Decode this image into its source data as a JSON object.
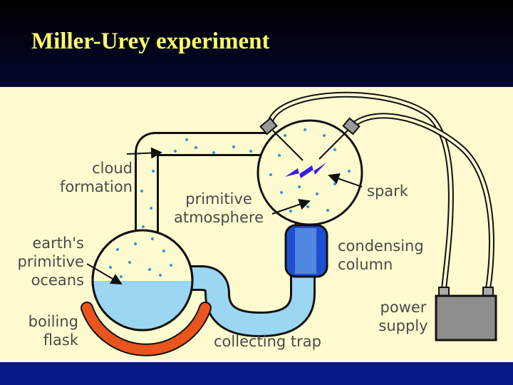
{
  "slide": {
    "title": "Miller-Urey experiment"
  },
  "diagram": {
    "labels": {
      "cloud_formation": [
        "cloud",
        "formation"
      ],
      "primitive_atmosphere": [
        "primitive",
        "atmosphere"
      ],
      "spark": "spark",
      "earths_primitive_oceans": [
        "earth's",
        "primitive",
        "oceans"
      ],
      "condensing_column": [
        "condensing",
        "column"
      ],
      "boiling_flask": [
        "boiling",
        "flask"
      ],
      "collecting_trap": "collecting trap",
      "power_supply": [
        "power",
        "supply"
      ]
    },
    "colors": {
      "panel_background": "#fefbd0",
      "water": "#9bd6f3",
      "vapor_dots": "#2a9ad6",
      "condensing_column": "#1e4fd0",
      "spark": "#3a1ee0",
      "heater": "#e9551d",
      "battery": "#8e8e8e",
      "footer": "#071a8a",
      "title": "#ffff66"
    }
  }
}
